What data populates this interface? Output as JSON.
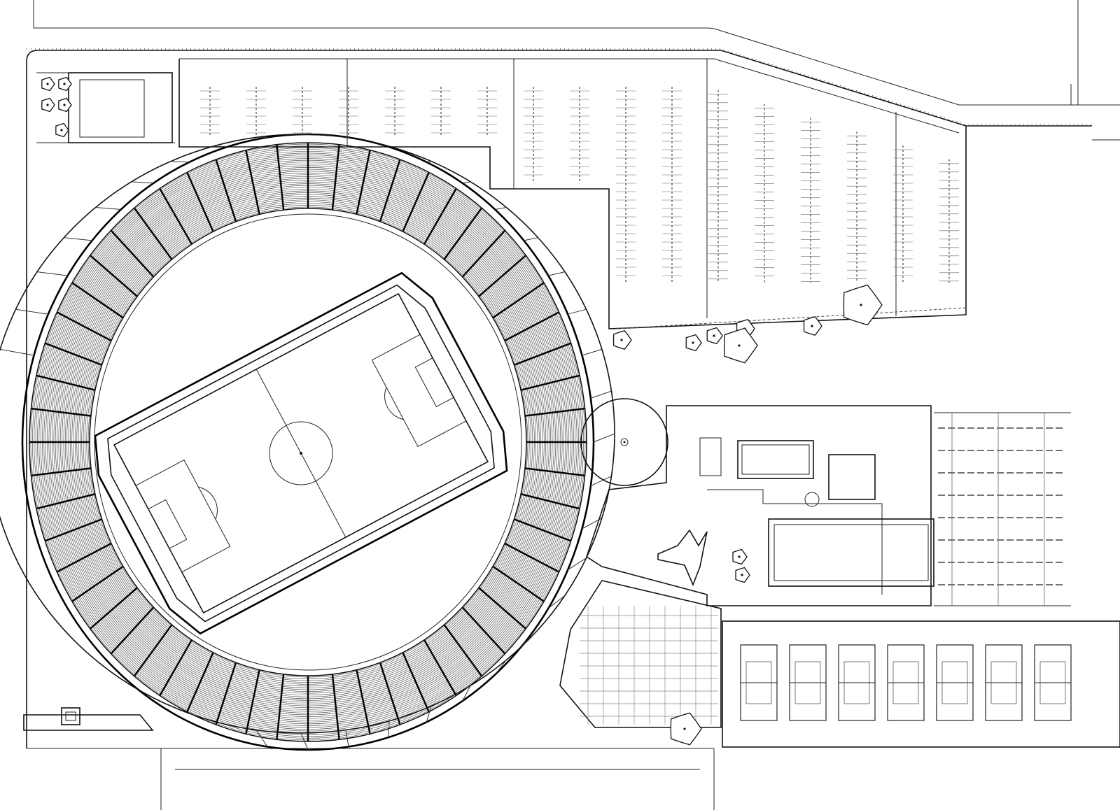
{
  "drawing": {
    "kind": "site-plan",
    "subject": "stadium",
    "ink_color": "#111111",
    "paper_color": "#ffffff"
  },
  "stadium": {
    "aisle_count": 56,
    "seat_row_count": 36
  },
  "parking": {
    "aisle_count": 17
  },
  "tennis_courts": {
    "count": 7
  }
}
